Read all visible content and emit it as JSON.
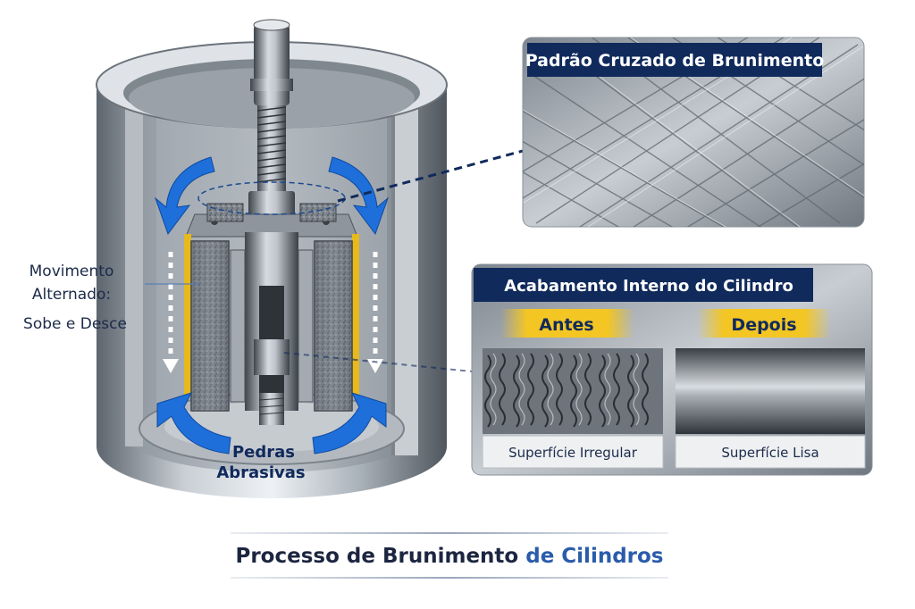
{
  "diagram": {
    "motion_label": {
      "line1": "Movimento",
      "line2": "Alternado:",
      "line3": "Sobe e Desce"
    },
    "stones_label": {
      "line1": "Pedras",
      "line2": "Abrasivas"
    },
    "crosshatch_panel": {
      "title": "Padrão Cruzado de Brunimento"
    },
    "finish_panel": {
      "title": "Acabamento Interno do Cilindro",
      "before_label": "Antes",
      "after_label": "Depois",
      "before_caption": "Superfície Irregular",
      "after_caption": "Superfície Lisa"
    },
    "footer": {
      "title_part1": "Processo de Brunimento",
      "title_part2": " de ",
      "title_part3": "Cilindros"
    },
    "colors": {
      "navy": "#102a5c",
      "arrow_blue": "#1e6fd9",
      "label_yellow": "#f3c623",
      "steel": "#9aa3ad"
    }
  }
}
